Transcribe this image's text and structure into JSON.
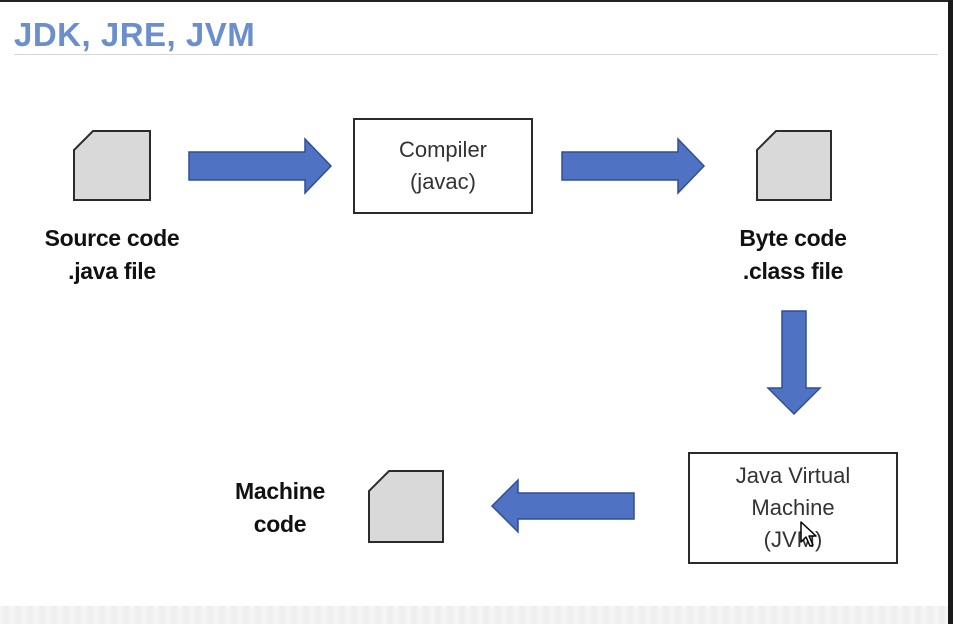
{
  "title": "JDK, JRE, JVM",
  "nodes": {
    "source": {
      "line1": "Source code",
      "line2": ".java file"
    },
    "compiler": {
      "line1": "Compiler",
      "line2": "(javac)"
    },
    "bytecode": {
      "line1": "Byte code",
      "line2": ".class file"
    },
    "jvm": {
      "line1": "Java Virtual",
      "line2": "Machine",
      "line3": "(JVM)"
    },
    "machine": {
      "line1": "Machine",
      "line2": "code"
    }
  },
  "colors": {
    "title": "#6a8fcc",
    "arrow": "#4f72c2",
    "document": "#d9d9d9"
  }
}
